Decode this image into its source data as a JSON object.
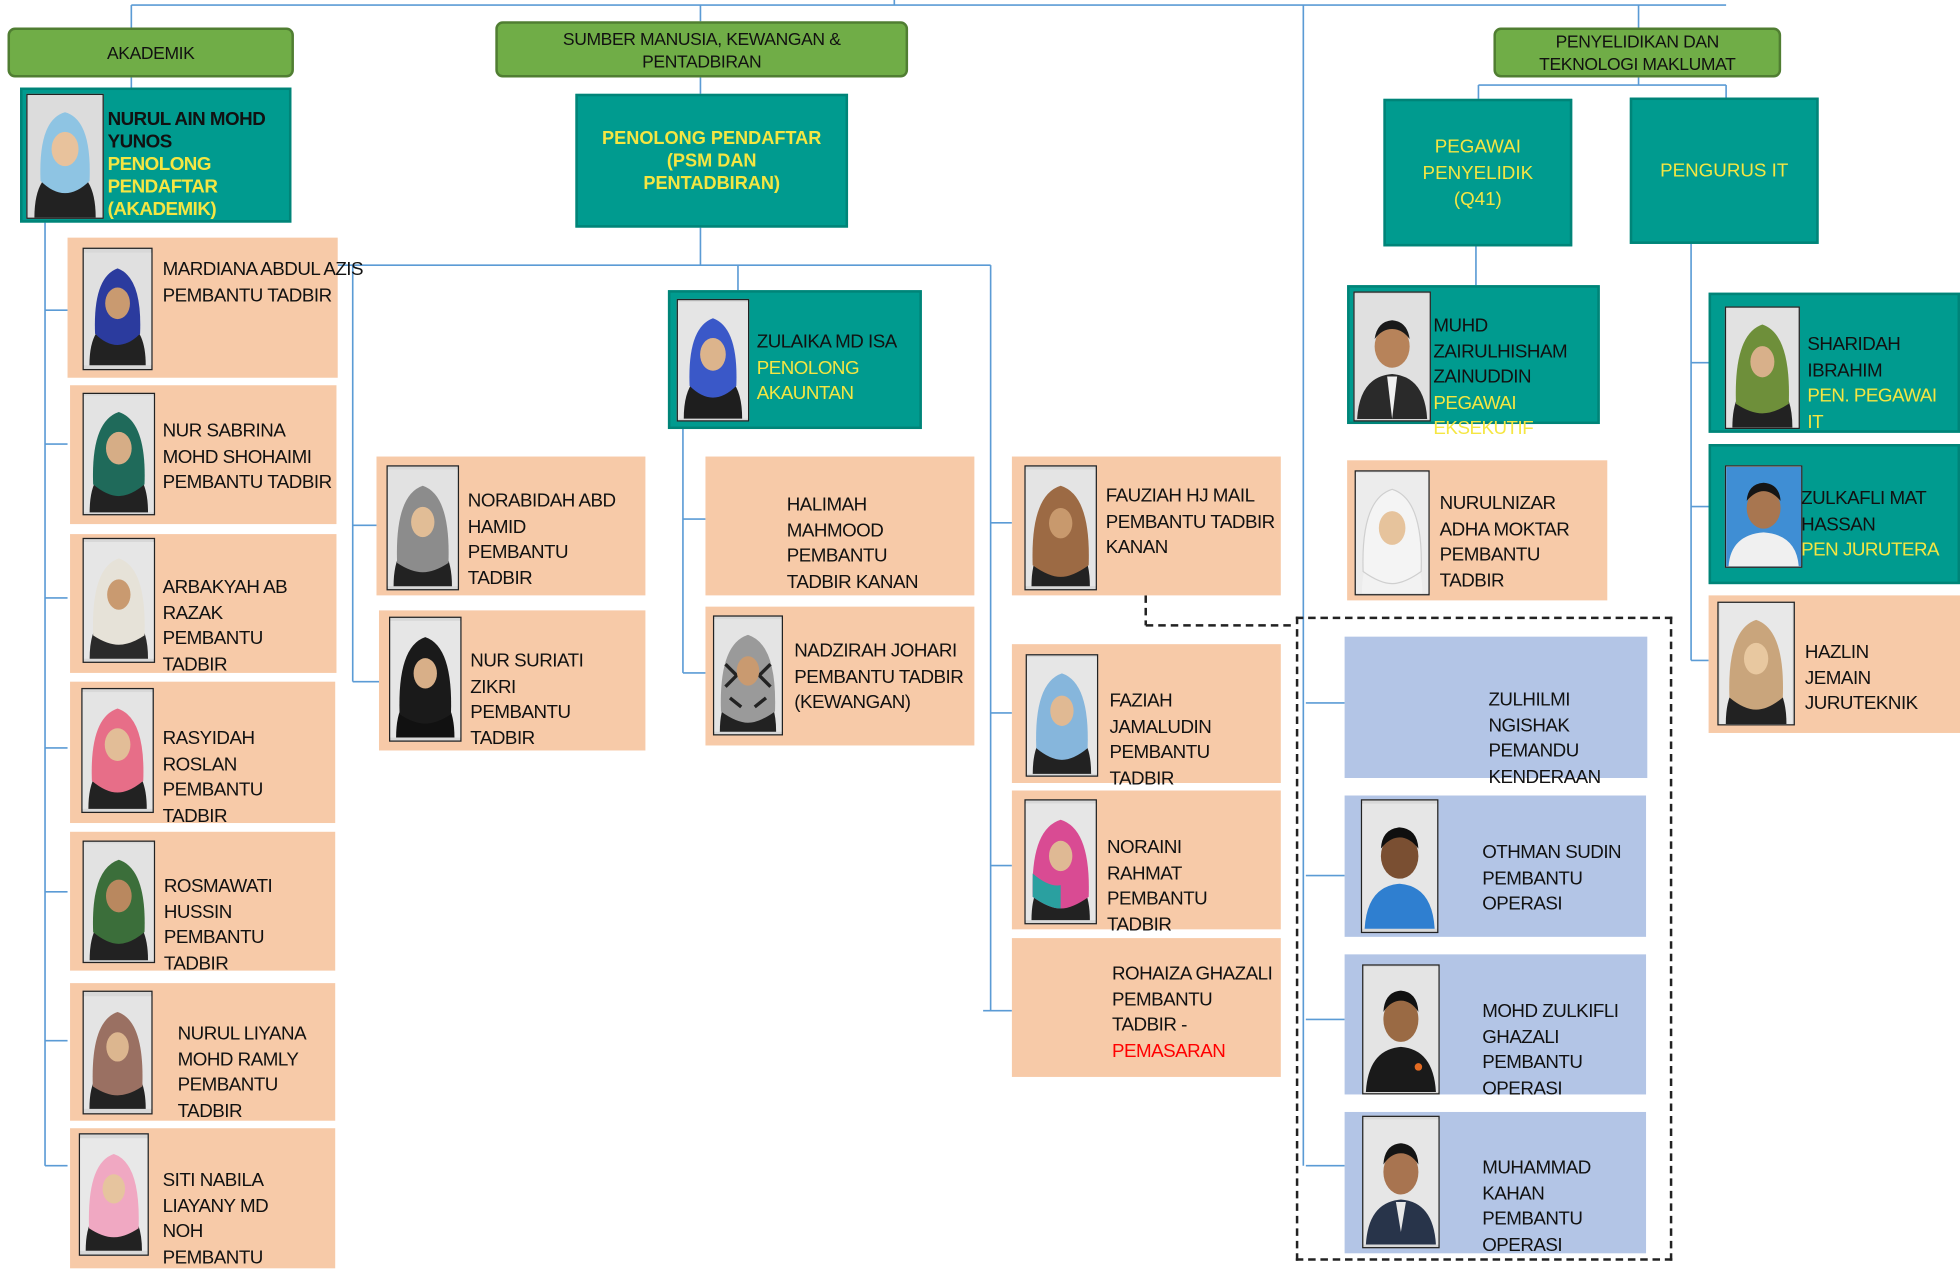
{
  "departments": {
    "akademik": "AKADEMIK",
    "smkp_line1": "SUMBER MANUSIA, KEWANGAN &",
    "smkp_line2": "PENTADBIRAN",
    "ptm_line1": "PENYELIDIKAN DAN",
    "ptm_line2": "TEKNOLOGI MAKLUMAT"
  },
  "leads": {
    "nurul_ain": {
      "name1": "NURUL AIN MOHD",
      "name2": "YUNOS",
      "title1": "PENOLONG",
      "title2": "PENDAFTAR",
      "title3": "(AKADEMIK)"
    },
    "pp_psm": {
      "line1": "PENOLONG PENDAFTAR",
      "line2": "(PSM DAN",
      "line3": "PENTADBIRAN)"
    },
    "pegawai_penyelidik": {
      "line1": "PEGAWAI",
      "line2": "PENYELIDIK",
      "line3": "(Q41)"
    },
    "pengurus_it": {
      "line1": "PENGURUS IT"
    },
    "zulaika": {
      "name": "ZULAIKA MD ISA",
      "title1": "PENOLONG",
      "title2": "AKAUNTAN"
    },
    "muhd": {
      "name1": "MUHD",
      "name2": "ZAIRULHISHAM",
      "name3": "ZAINUDDIN",
      "title1": "PEGAWAI",
      "title2": "EKSEKUTIF"
    },
    "sharidah": {
      "name1": "SHARIDAH",
      "name2": "IBRAHIM",
      "title1": "PEN. PEGAWAI",
      "title2": "IT"
    },
    "zulkafli": {
      "name1": "ZULKAFLI MAT",
      "name2": "HASSAN",
      "title1": "PEN JURUTERA"
    }
  },
  "staff": {
    "mardiana": [
      "MARDIANA ABDUL AZIS",
      "PEMBANTU TADBIR"
    ],
    "nur_sabrina": [
      "NUR SABRINA",
      "MOHD SHOHAIMI",
      "PEMBANTU TADBIR"
    ],
    "arbakyah": [
      "ARBAKYAH AB",
      "RAZAK",
      "PEMBANTU",
      "TADBIR"
    ],
    "rasyidah": [
      "RASYIDAH",
      "ROSLAN",
      "PEMBANTU",
      "TADBIR"
    ],
    "rosmawati": [
      "ROSMAWATI",
      "HUSSIN",
      "PEMBANTU",
      "TADBIR"
    ],
    "nurul_liyana": [
      "NURUL LIYANA",
      "MOHD RAMLY",
      "PEMBANTU",
      "TADBIR"
    ],
    "siti_nabila": [
      "SITI NABILA",
      "LIAYANY MD",
      "NOH",
      "PEMBANTU"
    ],
    "norabidah": [
      "NORABIDAH ABD",
      "HAMID",
      "PEMBANTU",
      "TADBIR"
    ],
    "nur_suriati": [
      "NUR SURIATI",
      "ZIKRI",
      "PEMBANTU",
      "TADBIR"
    ],
    "halimah": [
      "HALIMAH",
      "MAHMOOD",
      "PEMBANTU",
      "TADBIR KANAN"
    ],
    "nadzirah": [
      "NADZIRAH JOHARI",
      "PEMBANTU TADBIR",
      "(KEWANGAN)"
    ],
    "fauziah": [
      "FAUZIAH HJ MAIL",
      "PEMBANTU TADBIR",
      "KANAN"
    ],
    "faziah": [
      "FAZIAH",
      "JAMALUDIN",
      "PEMBANTU",
      "TADBIR"
    ],
    "noraini": [
      "NORAINI",
      "RAHMAT",
      "PEMBANTU",
      "TADBIR"
    ],
    "rohaiza": [
      "ROHAIZA GHAZALI",
      "PEMBANTU",
      "TADBIR -"
    ],
    "rohaiza_unit": "PEMASARAN",
    "nurulnizar": [
      "NURULNIZAR",
      "ADHA MOKTAR",
      "PEMBANTU",
      "TADBIR"
    ],
    "hazlin": [
      "HAZLIN",
      "JEMAIN",
      "JURUTEKNIK"
    ],
    "zulhilmi": [
      "ZULHILMI",
      "NGISHAK",
      "PEMANDU",
      "KENDERAAN"
    ],
    "othman": [
      "OTHMAN SUDIN",
      "PEMBANTU",
      "OPERASI"
    ],
    "mohd_zulkifli": [
      "MOHD ZULKIFLI",
      "GHAZALI",
      "PEMBANTU",
      "OPERASI"
    ],
    "muhammad_kahan": [
      "MUHAMMAD",
      "KAHAN",
      "PEMBANTU",
      "OPERASI"
    ]
  },
  "colors": {
    "header_green": "#70ad47",
    "lead_teal": "#009b8f",
    "title_yellow": "#f5e642",
    "staff_peach": "#f7caa8",
    "ops_blue": "#b3c5e6",
    "line_blue": "#5b9bd5",
    "highlight_red": "#ff0000"
  }
}
